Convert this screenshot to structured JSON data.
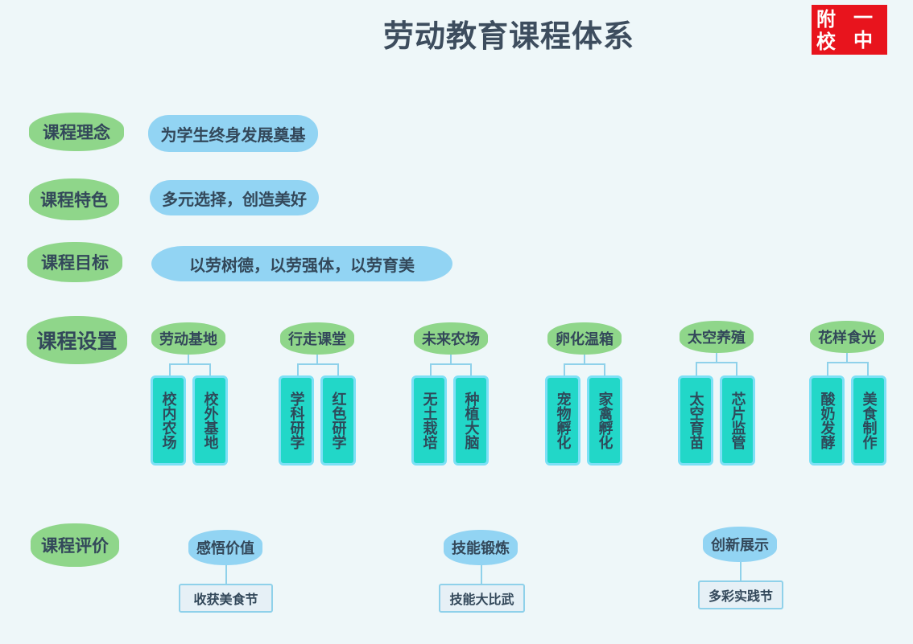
{
  "title": "劳动教育课程体系",
  "logo": {
    "chars": [
      "附",
      "一",
      "校",
      "中"
    ],
    "color": "#e8141d"
  },
  "rows": [
    {
      "label": "课程理念",
      "value": "为学生终身发展奠基"
    },
    {
      "label": "课程特色",
      "value": "多元选择，创造美好"
    },
    {
      "label": "课程目标",
      "value": "以劳树德，以劳强体，以劳育美"
    }
  ],
  "settings": {
    "label": "课程设置",
    "categories": [
      {
        "name": "劳动基地",
        "items": [
          "校内农场",
          "校外基地"
        ]
      },
      {
        "name": "行走课堂",
        "items": [
          "学科研学",
          "红色研学"
        ]
      },
      {
        "name": "未来农场",
        "items": [
          "无土栽培",
          "种植大脑"
        ]
      },
      {
        "name": "卵化温箱",
        "items": [
          "宠物孵化",
          "家禽孵化"
        ]
      },
      {
        "name": "太空养殖",
        "items": [
          "太空育苗",
          "芯片监管"
        ]
      },
      {
        "name": "花样食光",
        "items": [
          "酸奶发酵",
          "美食制作"
        ]
      }
    ]
  },
  "evaluation": {
    "label": "课程评价",
    "items": [
      {
        "name": "感悟价值",
        "sub": "收获美食节"
      },
      {
        "name": "技能锻炼",
        "sub": "技能大比武"
      },
      {
        "name": "创新展示",
        "sub": "多彩实践节"
      }
    ]
  },
  "colors": {
    "background": "#eef7f9",
    "green": "#8fd68a",
    "blue": "#92d4f3",
    "teal": "#22d7c8",
    "border": "#7de0f6",
    "logo": "#e8141d"
  }
}
